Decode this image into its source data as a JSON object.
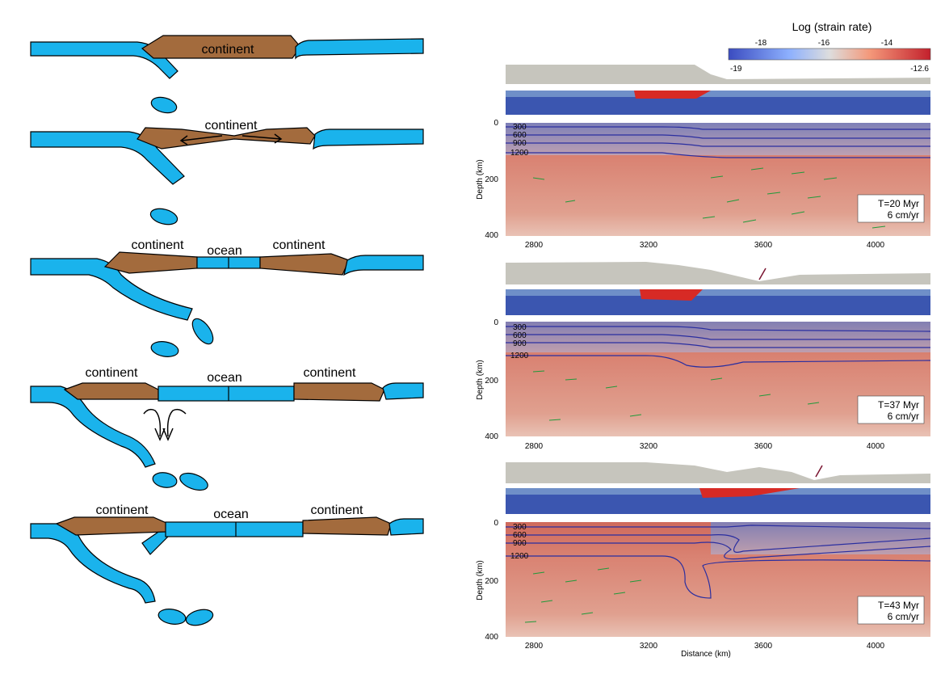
{
  "left_panel": {
    "stage1": {
      "continent": "continent"
    },
    "stage2": {
      "continent": "continent"
    },
    "stage3": {
      "continent_left": "continent",
      "ocean": "ocean",
      "continent_right": "continent"
    },
    "stage4": {
      "continent_left": "continent",
      "ocean": "ocean",
      "continent_right": "continent"
    },
    "stage5": {
      "continent_left": "continent",
      "ocean": "ocean",
      "continent_right": "continent"
    }
  },
  "colorbar": {
    "title": "Log (strain rate)",
    "top_ticks": [
      "-18",
      "-16",
      "-14"
    ],
    "min_label": "-19",
    "max_label": "-12.6"
  },
  "panels": [
    {
      "time": "T=20 Myr",
      "speed": "6 cm/yr"
    },
    {
      "time": "T=37 Myr",
      "speed": "6 cm/yr"
    },
    {
      "time": "T=43 Myr",
      "speed": "6 cm/yr"
    }
  ],
  "isotherms": [
    "300",
    "600",
    "900",
    "1200"
  ],
  "depth_axis": {
    "label": "Depth (km)",
    "ticks": [
      "0",
      "200",
      "400"
    ]
  },
  "distance_axis": {
    "label": "Distance (km)",
    "ticks": [
      "2800",
      "3200",
      "3600",
      "4000"
    ]
  },
  "colors": {
    "slab_blue": "#1ab3ec",
    "continent_brown": "#a36b3d",
    "strain_high": "#d7301f",
    "strain_low": "#3b5bb4",
    "topo_grey": "#c6c5bd"
  }
}
